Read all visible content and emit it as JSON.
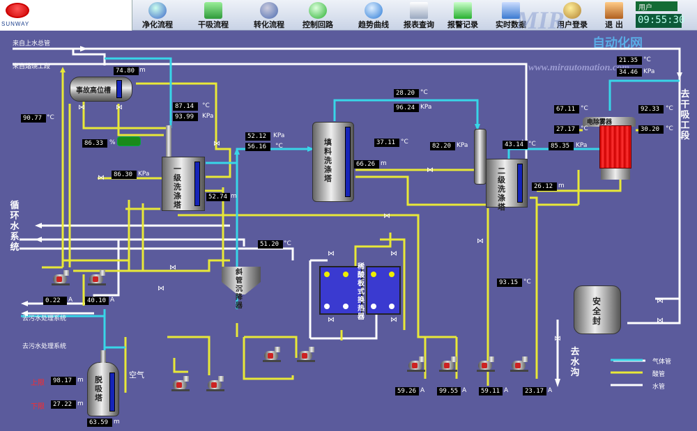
{
  "brand": "SUNWAY",
  "nav": [
    {
      "label": "净化流程",
      "icon": "purify-flow-icon",
      "color": "#3a66c8"
    },
    {
      "label": "干吸流程",
      "icon": "dry-absorb-flow-icon",
      "color": "#2f9a3a"
    },
    {
      "label": "转化流程",
      "icon": "conversion-flow-icon",
      "color": "#4a6ab0"
    },
    {
      "label": "控制回路",
      "icon": "control-loop-icon",
      "color": "#28b030"
    },
    {
      "label": "趋势曲线",
      "icon": "trend-curve-icon",
      "color": "#2a7ad6"
    },
    {
      "label": "报表查询",
      "icon": "report-query-icon",
      "color": "#9aa8c0"
    },
    {
      "label": "报警记录",
      "icon": "alarm-record-icon",
      "color": "#28b030"
    },
    {
      "label": "实时数据",
      "icon": "realtime-data-icon",
      "color": "#3a7ad0"
    },
    {
      "label": "用户登录",
      "icon": "user-login-icon",
      "color": "#b08030"
    },
    {
      "label": "退 出",
      "icon": "exit-icon",
      "color": "#b06020"
    }
  ],
  "user_label": "用户",
  "clock": "09:55:30",
  "watermark": {
    "main": "MIR",
    "sub": "自动化网",
    "url": "www.mirautomation.com"
  },
  "pipe_labels": {
    "water_main": "来自上水总管",
    "from_boiler": "来自熔烧工段",
    "to_dry": "去干吸工段",
    "circ_water": "循环水系统",
    "sewer1": "去污水处理系统",
    "sewer2": "去污水处理系统",
    "air": "空气",
    "to_drain": "去水沟"
  },
  "equipment": {
    "tank_high": "事故高位槽",
    "wash1": "一级洗涤塔",
    "packed": "填料洗涤塔",
    "wash2": "二级洗涤塔",
    "esp": "电除雾器",
    "settler": "斜管沉降器",
    "exchanger": "稀酸板式换热器",
    "safety": "安全封",
    "desorb": "脱吸塔"
  },
  "level": {
    "high": "上限",
    "low": "下限"
  },
  "legend": [
    {
      "label": "气体管",
      "color": "#38d6e8"
    },
    {
      "label": "酸管",
      "color": "#e8e838"
    },
    {
      "label": "水管",
      "color": "#ffffff"
    }
  ],
  "values": {
    "v1": "74.80",
    "v2": "87.14",
    "v3": "93.99",
    "v4": "90.77",
    "v5": "86.33",
    "v6": "86.30",
    "v7": "52.74",
    "v8": "52.12",
    "v9": "56.16",
    "v10": "28.20",
    "v11": "96.24",
    "v12": "37.11",
    "v13": "66.26",
    "v14": "82.20",
    "v15": "43.14",
    "v16": "85.35",
    "v17": "26.12",
    "v18": "21.35",
    "v19": "34.46",
    "v20": "67.11",
    "v21": "27.17",
    "v22": "92.33",
    "v23": "30.20",
    "v24": "51.20",
    "v25": "0.22",
    "v26": "40.10",
    "v27": "93.15",
    "v28": "98.17",
    "v29": "27.22",
    "v30": "63.59",
    "v31": "59.26",
    "v32": "99.55",
    "v33": "59.11",
    "v34": "23.17"
  },
  "units": {
    "m": "m",
    "c": "°C",
    "kpa": "KPa",
    "pct": "%",
    "a": "A"
  }
}
